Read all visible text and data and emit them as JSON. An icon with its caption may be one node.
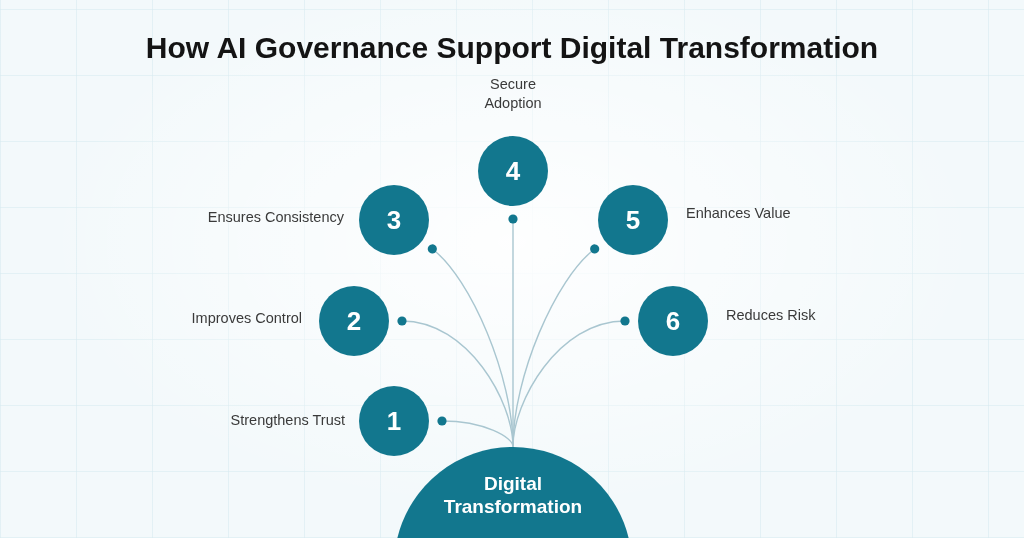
{
  "diagram": {
    "title": "How AI Governance Support Digital Transformation",
    "nodes": [
      {
        "text": [
          "1"
        ],
        "beside": [
          "Strengthens Trust"
        ]
      },
      {
        "text": [
          "2"
        ],
        "beside": [
          "Improves Control"
        ]
      },
      {
        "text": [
          "3"
        ],
        "beside": [
          "Ensures Consistency"
        ]
      },
      {
        "text": [
          "4"
        ],
        "beside": [
          "Secure Adoption"
        ]
      },
      {
        "text": [
          "5"
        ],
        "beside": [
          "Enhances Value"
        ]
      },
      {
        "text": [
          "6"
        ],
        "beside": [
          "Reduces Risk"
        ]
      },
      {
        "text": [
          "Digital Transformation"
        ]
      }
    ],
    "edges": [
      {
        "from": 6,
        "to": 0,
        "arrow": "other"
      },
      {
        "from": 6,
        "to": 1,
        "arrow": "other"
      },
      {
        "from": 6,
        "to": 2,
        "arrow": "other"
      },
      {
        "from": 6,
        "to": 3,
        "arrow": "other"
      },
      {
        "from": 6,
        "to": 4,
        "arrow": "other"
      },
      {
        "from": 6,
        "to": 5,
        "arrow": "other"
      }
    ]
  }
}
